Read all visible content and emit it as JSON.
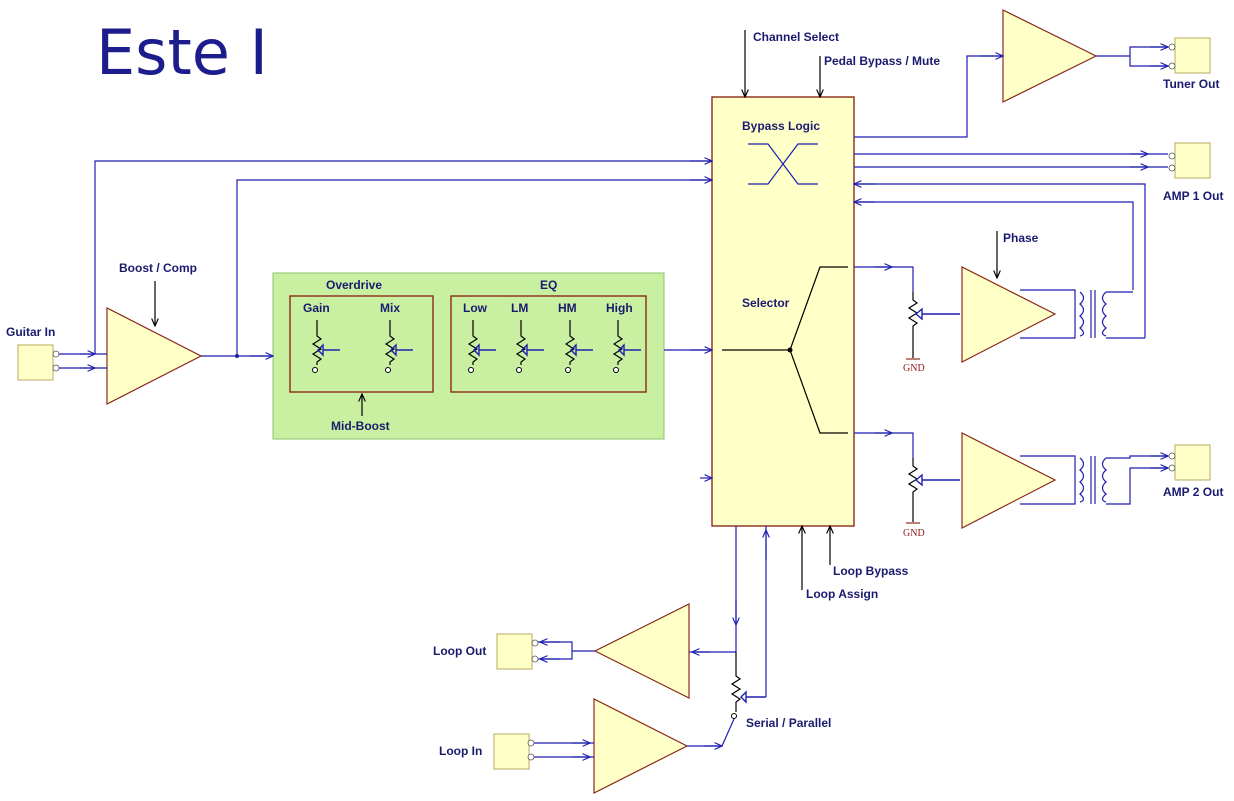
{
  "title": "Este I",
  "labels": {
    "guitar_in": "Guitar In",
    "boost_comp": "Boost / Comp",
    "overdrive": "Overdrive",
    "eq": "EQ",
    "gain": "Gain",
    "mix": "Mix",
    "low": "Low",
    "lm": "LM",
    "hm": "HM",
    "high": "High",
    "mid_boost": "Mid-Boost",
    "channel_select": "Channel Select",
    "pedal_bypass_mute": "Pedal Bypass / Mute",
    "bypass_logic": "Bypass Logic",
    "selector": "Selector",
    "tuner_out": "Tuner Out",
    "amp1_out": "AMP 1 Out",
    "amp2_out": "AMP 2 Out",
    "phase": "Phase",
    "gnd": "GND",
    "loop_bypass": "Loop Bypass",
    "loop_assign": "Loop Assign",
    "loop_out": "Loop Out",
    "loop_in": "Loop In",
    "serial_parallel": "Serial / Parallel"
  },
  "colors": {
    "wire": "#1f1fb0",
    "block_fill": "#ffffc8",
    "border": "#8b2a1a",
    "green_panel": "#c8f0a0",
    "text": "#1a1a6e"
  }
}
